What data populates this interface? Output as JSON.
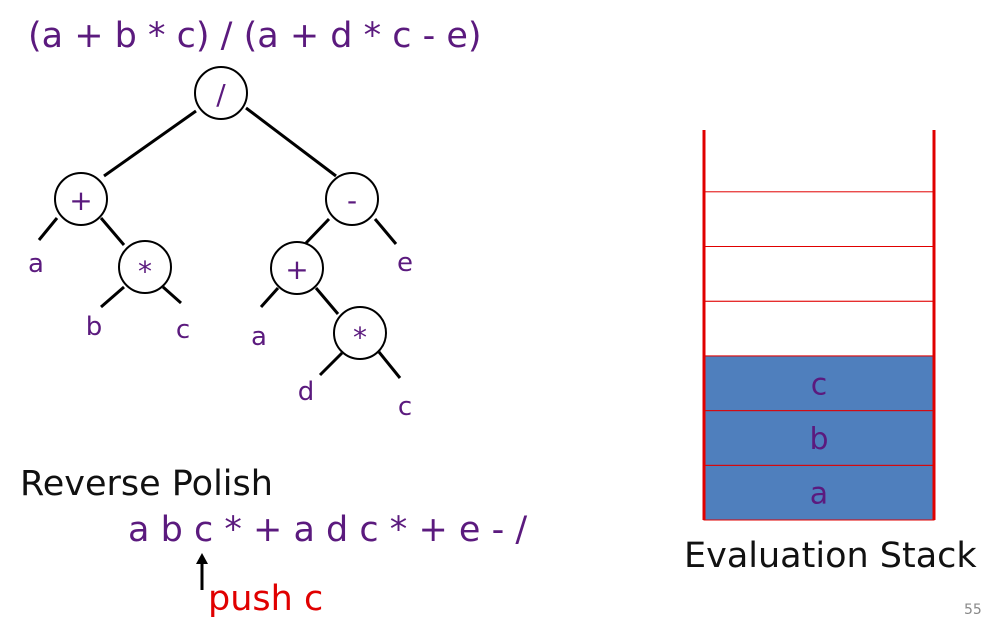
{
  "expression": "(a + b * c) / (a + d * c - e)",
  "tree": {
    "operators": [
      {
        "id": "div",
        "symbol": "/"
      },
      {
        "id": "plus-left",
        "symbol": "+"
      },
      {
        "id": "minus",
        "symbol": "-"
      },
      {
        "id": "times-left",
        "symbol": "*"
      },
      {
        "id": "plus-right",
        "symbol": "+"
      },
      {
        "id": "times-right",
        "symbol": "*"
      }
    ],
    "leaves": [
      {
        "id": "a-left",
        "label": "a"
      },
      {
        "id": "b",
        "label": "b"
      },
      {
        "id": "c-left",
        "label": "c"
      },
      {
        "id": "e",
        "label": "e"
      },
      {
        "id": "a-right",
        "label": "a"
      },
      {
        "id": "d",
        "label": "d"
      },
      {
        "id": "c-right",
        "label": "c"
      }
    ]
  },
  "reverse_polish": {
    "title": "Reverse Polish",
    "tokens": [
      "a",
      "b",
      "c",
      "*",
      "+",
      "a",
      "d",
      "c",
      "*",
      "+",
      "e",
      "-",
      "/"
    ],
    "current_token_index": 2,
    "action": "push c"
  },
  "stack": {
    "title": "Evaluation Stack",
    "items_top_to_bottom": [
      "c",
      "b",
      "a"
    ],
    "empty_slots": 3,
    "fill_color": "#4f7fbd",
    "border_color": "#e00000"
  },
  "page_number": "55",
  "colors": {
    "text": "#5b1a7e",
    "accent": "#e00000"
  }
}
